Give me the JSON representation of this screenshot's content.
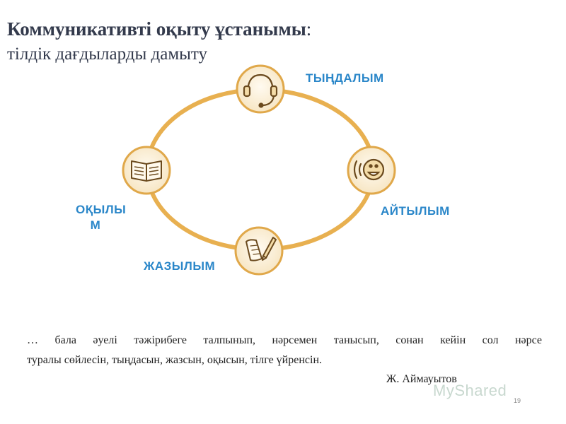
{
  "header": {
    "title": "Коммуникативті оқыту ұстанымы",
    "title_colon": ":",
    "subtitle": "тілдік дағдыларды дамыту"
  },
  "skills": {
    "listening": "ТЫҢДАЛЫМ",
    "speaking": "АЙТЫЛЫМ",
    "reading_line1": "ОҚЫЛЫ",
    "reading_line2": "М",
    "writing": "ЖАЗЫЛЫМ"
  },
  "icons": {
    "listening": "headset-icon",
    "speaking": "speaking-face-icon",
    "reading": "open-book-icon",
    "writing": "paper-pen-icon"
  },
  "colors": {
    "ring": "#e8b050",
    "skill_label": "#2b87c9",
    "title": "#333a4c"
  },
  "quote": {
    "line1": "… бала әуелі тәжірибеге талпынып, нәрсемен танысып, сонан кейін сол нәрсе",
    "line2": "туралы сөйлесін, тыңдасын, жазсын, оқысын, тілге үйренсін.",
    "author": "Ж. Аймауытов"
  },
  "watermark": "MyShared",
  "page_number": "19"
}
